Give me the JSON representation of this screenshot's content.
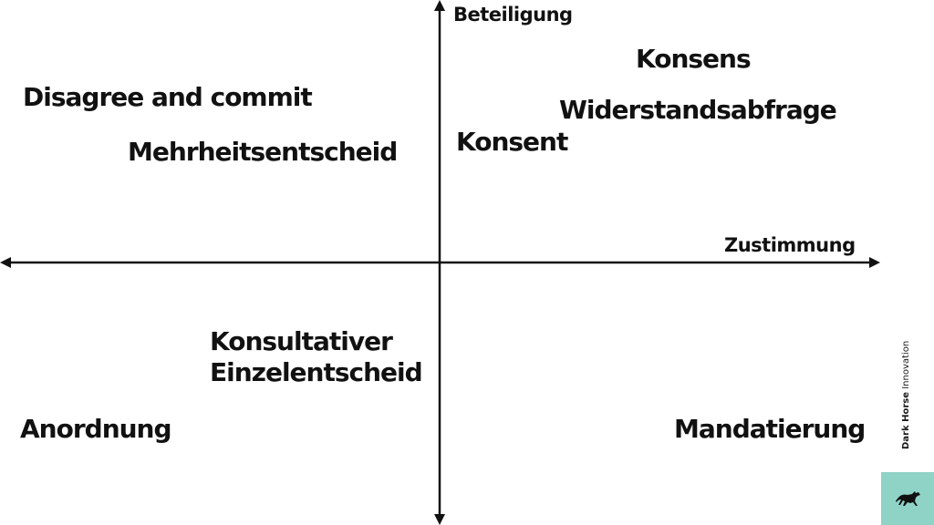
{
  "axes": {
    "vertical_label": "Beteiligung",
    "horizontal_label": "Zustimmung"
  },
  "items": {
    "konsens": "Konsens",
    "widerstandsabfrage": "Widerstandsabfrage",
    "konsent": "Konsent",
    "disagree_and_commit": "Disagree and commit",
    "mehrheitsentscheid": "Mehrheitsentscheid",
    "konsultativer_line1": "Konsultativer",
    "konsultativer_line2": "Einzelentscheid",
    "anordnung": "Anordnung",
    "mandatierung": "Mandatierung"
  },
  "brand": {
    "name_bold": "Dark Horse",
    "name_light": "Innovation",
    "logo_icon": "horse-icon",
    "logo_color": "#8fd3c6"
  }
}
